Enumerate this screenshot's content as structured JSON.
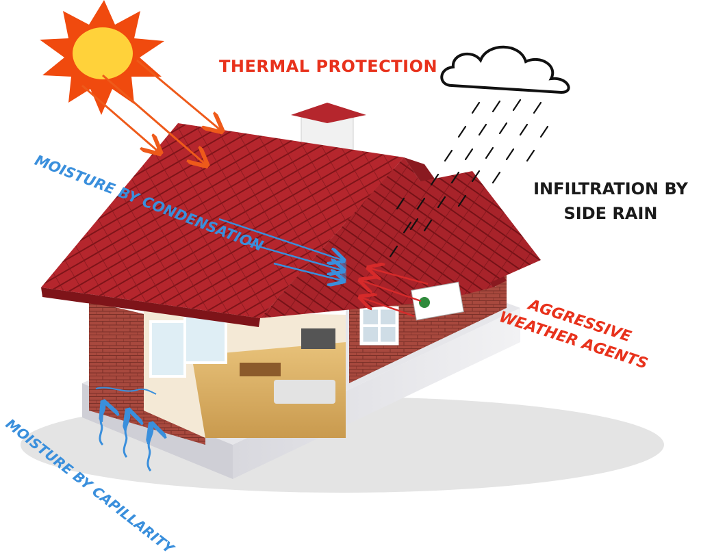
{
  "labels": {
    "thermal_protection": "THERMAL PROTECTION",
    "moisture_condensation": "MOISTURE BY CONDENSATION",
    "infiltration_line1": "INFILTRATION BY",
    "infiltration_line2": "SIDE RAIN",
    "aggressive_line1": "AGGRESSIVE",
    "aggressive_line2": "WEATHER AGENTS",
    "moisture_capillarity": "MOISTURE BY CAPILLARITY"
  },
  "colors": {
    "red_label": "#e8321c",
    "blue_label": "#3a8fdc",
    "black_label": "#1a1a1a",
    "sun_outer": "#f04a0e",
    "sun_inner": "#ffd23a",
    "roof": "#b5262d",
    "brick": "#a8493e",
    "foundation": "#e8e8ec",
    "sun_arrow": "#ee5a1a",
    "moisture_arrow": "#3a8fdc",
    "weather_arrow": "#d62a2a"
  },
  "icons": [
    "sun-icon",
    "cloud-icon",
    "rain-icon",
    "house-icon"
  ]
}
